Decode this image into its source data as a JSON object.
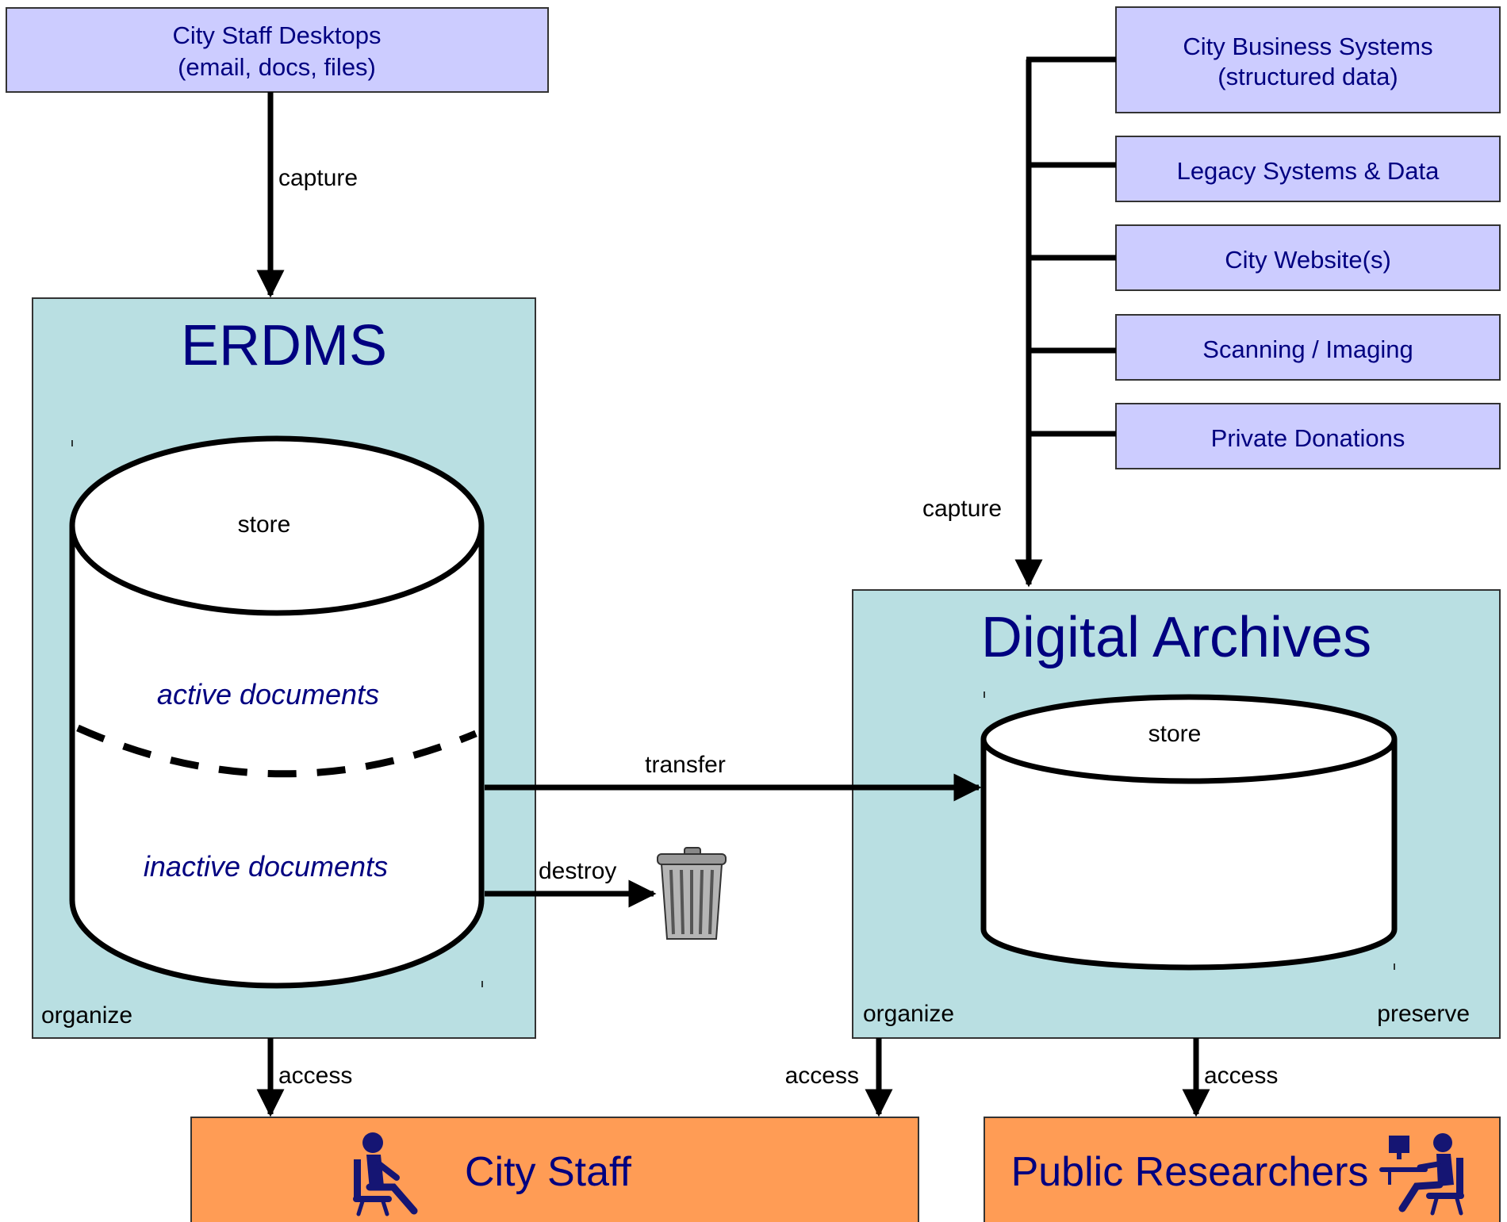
{
  "sources": {
    "desktops": {
      "line1": "City Staff Desktops",
      "line2": "(email, docs, files)"
    },
    "business": {
      "line1": "City Business Systems",
      "line2": "(structured data)"
    },
    "legacy": "Legacy Systems & Data",
    "websites": "City Website(s)",
    "scanning": "Scanning / Imaging",
    "donations": "Private Donations"
  },
  "erdms": {
    "title": "ERDMS",
    "store": "store",
    "active": "active documents",
    "inactive": "inactive documents",
    "organize": "organize"
  },
  "archives": {
    "title": "Digital Archives",
    "store": "store",
    "organize": "organize",
    "preserve": "preserve"
  },
  "flows": {
    "capture_left": "capture",
    "capture_right": "capture",
    "transfer": "transfer",
    "destroy": "destroy",
    "access_erdms": "access",
    "access_archives_staff": "access",
    "access_archives_public": "access"
  },
  "users": {
    "city_staff": "City Staff",
    "public_researchers": "Public Researchers"
  },
  "icons": [
    "sitting-person-icon",
    "researcher-at-computer-icon",
    "trash-can-icon"
  ],
  "colors": {
    "source_fill": "#ccccff",
    "system_fill": "#b9dfe2",
    "user_fill": "#ff9c55",
    "title_text": "#000080",
    "label_text": "#000000"
  }
}
